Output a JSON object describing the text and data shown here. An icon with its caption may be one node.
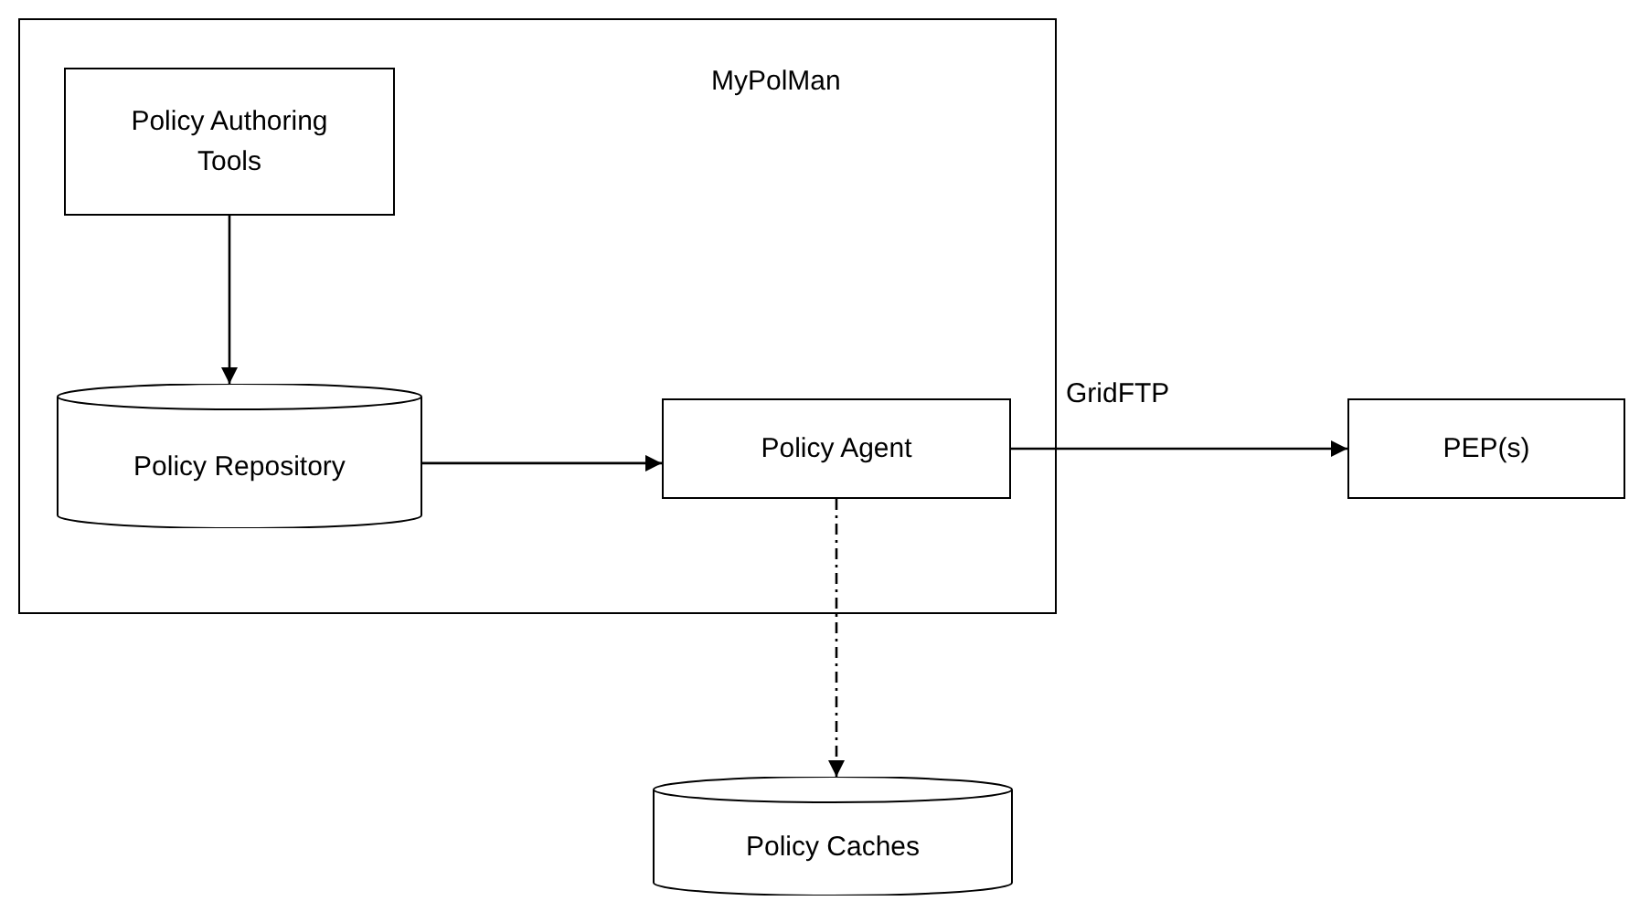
{
  "diagram": {
    "nodes": [
      {
        "text": [
          "MyPolMan"
        ]
      },
      {
        "text": [
          "Policy Authoring Tools"
        ],
        "in": 0
      },
      {
        "text": [
          "Policy Repository"
        ],
        "in": 0
      },
      {
        "text": [
          "Policy Agent"
        ],
        "in": 0
      },
      {
        "text": [
          "PEP(s)"
        ]
      },
      {
        "text": [
          "Policy Caches"
        ]
      }
    ],
    "edges": [
      {
        "from": 1,
        "to": 2,
        "arrow": "to"
      },
      {
        "from": 2,
        "to": 3,
        "arrow": "to"
      },
      {
        "from": 3,
        "to": 4,
        "arrow": "to",
        "label": "GridFTP"
      },
      {
        "from": 3,
        "to": 5,
        "arrow": "to",
        "style": "dashed"
      }
    ]
  }
}
